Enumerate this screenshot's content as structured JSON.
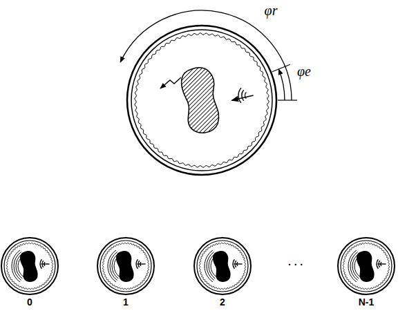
{
  "diagram": {
    "labels": [
      "φr",
      "φe",
      "0",
      "1",
      "2",
      "· · ·",
      "N-1"
    ]
  }
}
